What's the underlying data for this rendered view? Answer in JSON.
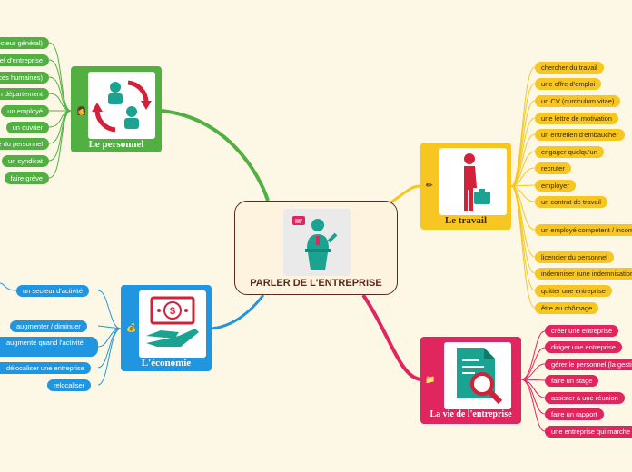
{
  "center": {
    "title": "PARLER DE L'ENTREPRISE"
  },
  "personnel": {
    "title": "Le personnel",
    "items": [
      "directeur général)",
      "chef d'entreprise",
      "ressources humaines)",
      "un département",
      "un employé",
      "un ouvrier",
      "délégué du personnel",
      "un syndicat",
      "faire grève"
    ]
  },
  "travail": {
    "title": "Le travail",
    "items": [
      "chercher du travail",
      "une offre d'emploi",
      "un CV (curriculum vitae)",
      "une lettre de motivation",
      "un entretien d'embaucher",
      "engager quelqu'un",
      "recruter",
      "employer",
      "un contrat de travail",
      "un employé compétent / incompétent",
      "licencier du personnel",
      "indemniser (une indemnisation)",
      "quitter une entreprise",
      "être au chômage"
    ]
  },
  "economie": {
    "title": "L'économie",
    "items": [
      "un secteur d'activité",
      "augmenter / diminuer",
      "augmenté quand l'activité",
      "délocaliser une entreprise",
      "relocaliser"
    ]
  },
  "vie": {
    "title": "La vie de l'entreprise",
    "items": [
      "créer une entreprise",
      "diriger une entreprise",
      "gérer le personnel (la gestion)",
      "faire un stage",
      "assister à une réunion",
      "faire un rapport",
      "une entreprise qui marche bien"
    ]
  },
  "colors": {
    "green": "#52b043",
    "yellow": "#f7c623",
    "red": "#e0255f",
    "blue": "#2196e0",
    "center_border": "#5b2a1a"
  }
}
